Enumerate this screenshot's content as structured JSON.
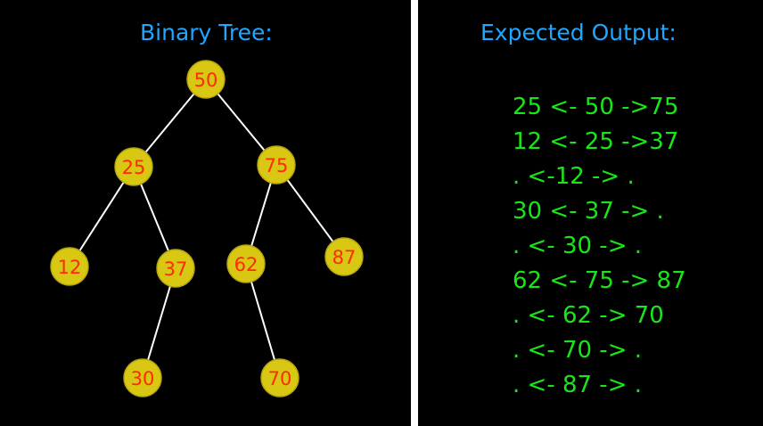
{
  "colors": {
    "background": "#000000",
    "divider": "#ffffff",
    "title": "#1ea7ff",
    "node_fill": "#d8c814",
    "node_stroke": "#b5a60f",
    "node_text": "#ff2a00",
    "edge": "#ffffff",
    "output_text": "#19e619"
  },
  "left_panel": {
    "title": "Binary Tree:"
  },
  "tree": {
    "nodes": [
      {
        "label": "50"
      },
      {
        "label": "25"
      },
      {
        "label": "75"
      },
      {
        "label": "12"
      },
      {
        "label": "37"
      },
      {
        "label": "62"
      },
      {
        "label": "87"
      },
      {
        "label": "30"
      },
      {
        "label": "70"
      }
    ],
    "edges": [
      [
        "50",
        "25"
      ],
      [
        "50",
        "75"
      ],
      [
        "25",
        "12"
      ],
      [
        "25",
        "37"
      ],
      [
        "75",
        "62"
      ],
      [
        "75",
        "87"
      ],
      [
        "37",
        "30"
      ],
      [
        "62",
        "70"
      ]
    ]
  },
  "right_panel": {
    "title": "Expected Output:",
    "lines": [
      "25 <- 50 ->75",
      "12 <- 25 ->37",
      ". <-12 -> .",
      "30 <- 37 -> .",
      ". <- 30 -> .",
      "62 <- 75 -> 87",
      ". <- 62 -> 70",
      ". <- 70 -> .",
      ". <- 87 -> ."
    ]
  }
}
